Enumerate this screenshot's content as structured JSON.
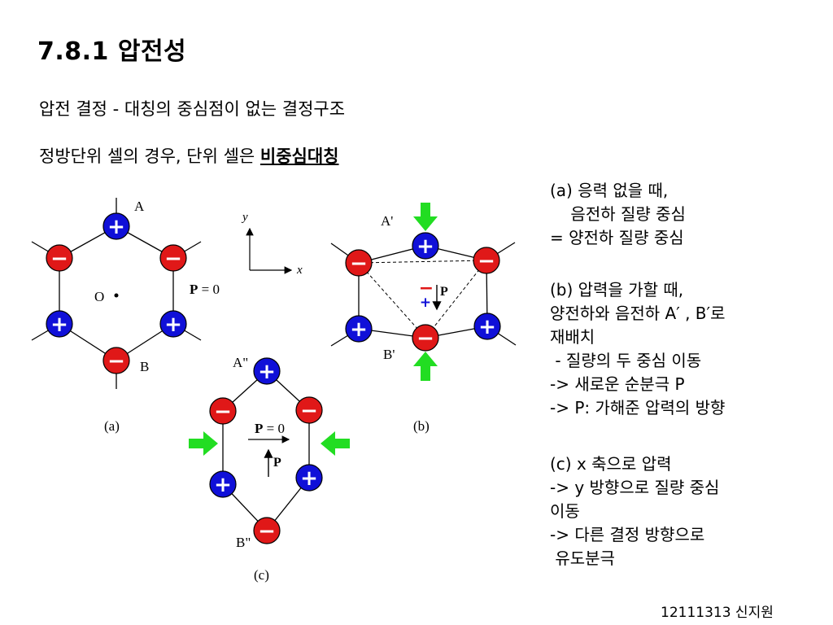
{
  "title": "7.8.1 압전성",
  "line1": "압전 결정 - 대칭의 중심점이 없는 결정구조",
  "line2_prefix": "정방단위 셀의 경우, 단위 셀은 ",
  "line2_emphasis": "비중심대칭",
  "fig_a": {
    "label": "(a)",
    "top_label": "A",
    "bottom_label": "B",
    "center_label": "O",
    "p_symbol": "P",
    "p_value": " = 0"
  },
  "axes": {
    "y": "y",
    "x": "x"
  },
  "fig_b": {
    "label": "(b)",
    "top_label": "A'",
    "bottom_label": "B'",
    "p_symbol": "P"
  },
  "fig_c": {
    "label": "(c)",
    "top_label": "A\"",
    "bottom_label": "B\"",
    "p_symbol": "P",
    "p_value": " = 0",
    "p2_symbol": "P"
  },
  "desc_a": "(a) 응력 없을 때,\n    음전하 질량 중심\n= 양전하 질량 중심",
  "desc_b": "(b) 압력을 가할 때,\n양전하와 음전하 A′ , B′로\n재배치\n - 질량의 두 중심 이동\n-> 새로운 순분극 P\n-> P: 가해준 압력의 방향",
  "desc_c": "(c) x 축으로 압력\n-> y 방향으로 질량 중심\n이동\n-> 다른 결정 방향으로\n 유도분극",
  "footer": "12111313 신지원",
  "charges": {
    "positive": "+",
    "negative": "−"
  },
  "colors": {
    "positive": "#1010d8",
    "negative": "#e01818",
    "arrow": "#22dd22"
  }
}
